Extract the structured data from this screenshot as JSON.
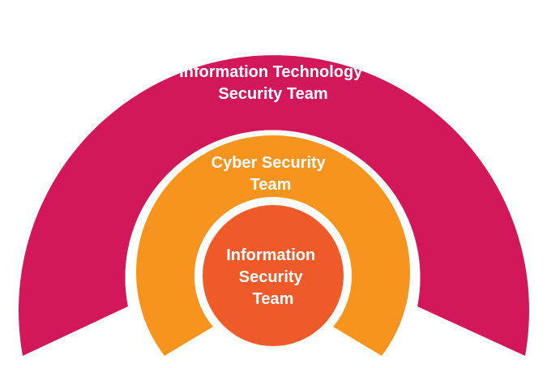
{
  "diagram": {
    "colors": {
      "outer": "#D2175A",
      "middle": "#F7941E",
      "inner": "#F05A28",
      "gap": "#FFFFFF"
    },
    "layers": {
      "outer": {
        "lines": [
          "Information Technology",
          "Security Team"
        ]
      },
      "middle": {
        "lines": [
          "Cyber Security",
          "Team"
        ]
      },
      "inner": {
        "lines": [
          "Information",
          "Security",
          "Team"
        ]
      }
    }
  }
}
